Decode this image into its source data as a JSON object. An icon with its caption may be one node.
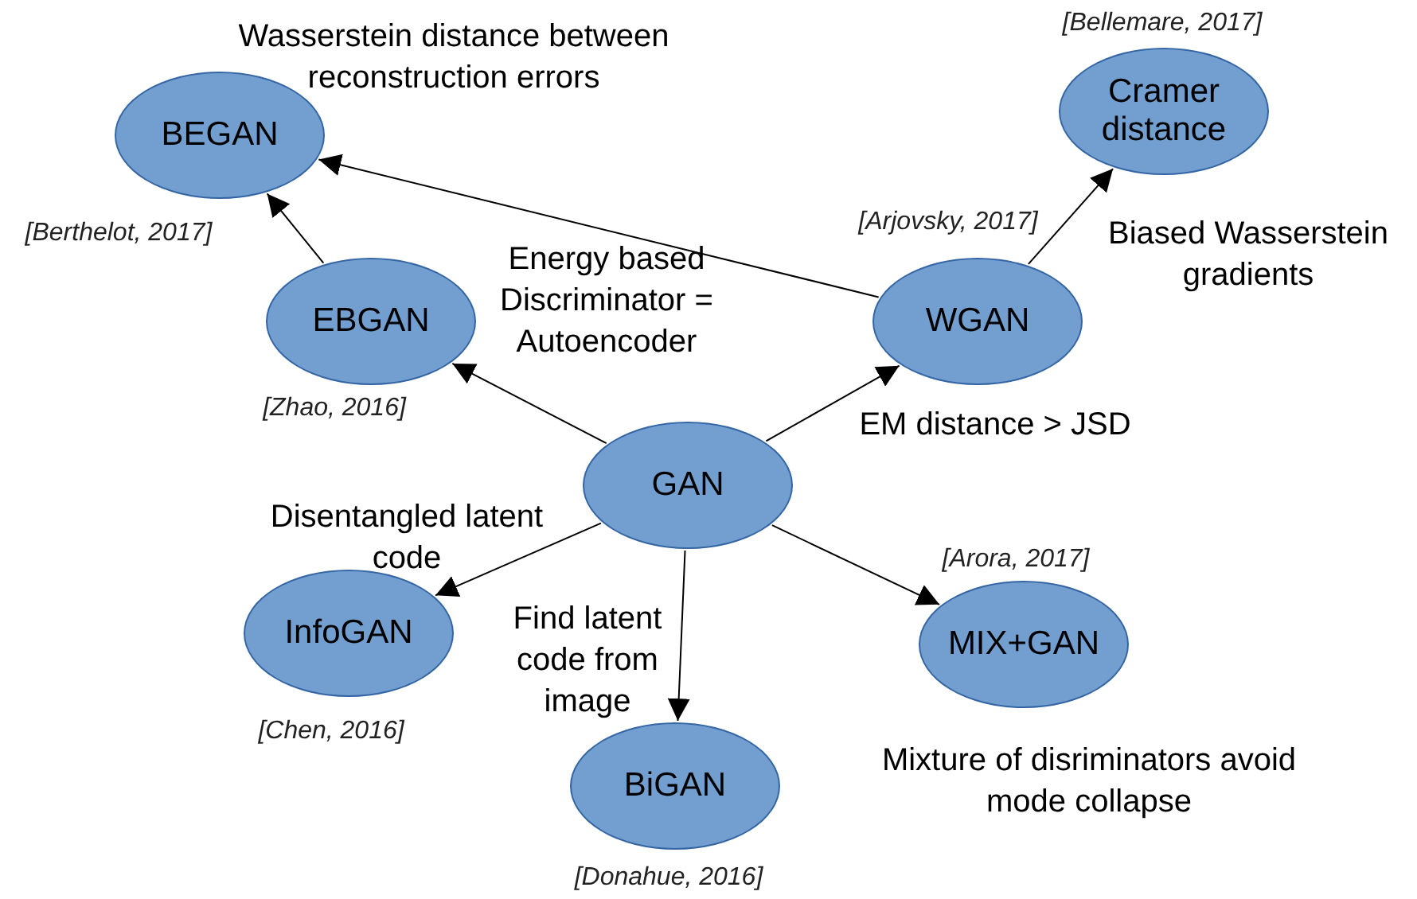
{
  "diagram": {
    "nodes": [
      {
        "text": [
          "GAN"
        ]
      },
      {
        "text": [
          "EBGAN"
        ],
        "beside": [
          "Energy based Discriminator = Autoencoder",
          "[Zhao, 2016]"
        ]
      },
      {
        "text": [
          "BEGAN"
        ],
        "beside": [
          "Wasserstein distance between reconstruction errors",
          "[Berthelot, 2017]"
        ]
      },
      {
        "text": [
          "WGAN"
        ],
        "beside": [
          "[Arjovsky, 2017]",
          "EM distance > JSD"
        ]
      },
      {
        "text": [
          "Cramer distance"
        ],
        "beside": [
          "[Bellemare, 2017]",
          "Biased Wasserstein gradients"
        ]
      },
      {
        "text": [
          "InfoGAN"
        ],
        "beside": [
          "Disentangled latent code",
          "[Chen, 2016]"
        ]
      },
      {
        "text": [
          "BiGAN"
        ],
        "beside": [
          "Find latent code from image",
          "[Donahue, 2016]"
        ]
      },
      {
        "text": [
          "MIX+GAN"
        ],
        "beside": [
          "[Arora, 2017]",
          "Mixture of disriminators avoid mode collapse"
        ]
      }
    ],
    "edges": [
      {
        "from": 0,
        "to": 1,
        "arrow": "to"
      },
      {
        "from": 1,
        "to": 2,
        "arrow": "to"
      },
      {
        "from": 0,
        "to": 3,
        "arrow": "to"
      },
      {
        "from": 3,
        "to": 2,
        "arrow": "to"
      },
      {
        "from": 3,
        "to": 4,
        "arrow": "to"
      },
      {
        "from": 0,
        "to": 5,
        "arrow": "to"
      },
      {
        "from": 0,
        "to": 6,
        "arrow": "to"
      },
      {
        "from": 0,
        "to": 7,
        "arrow": "to"
      }
    ]
  }
}
